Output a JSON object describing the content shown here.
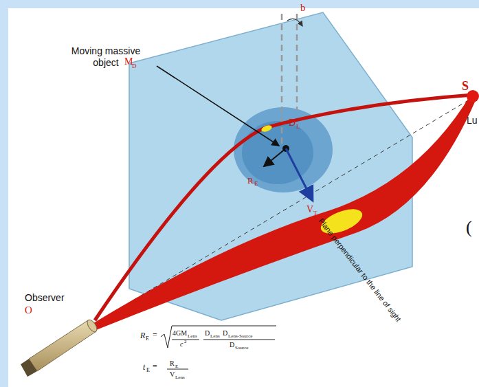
{
  "diagram": {
    "labels": [
      "b",
      "S",
      "Lu",
      "Moving massive object",
      "M",
      "D",
      "D",
      "L",
      "R",
      "E",
      "V",
      "T",
      "Plane perpendicular to the line of sight",
      "(",
      "Observer",
      "O",
      "R",
      "E",
      "=",
      "4GM",
      "Lens",
      "c",
      "2",
      "D",
      "Lens",
      "D",
      "Lens-Source",
      "D",
      "Source",
      "t",
      "E",
      "=",
      "R",
      "E",
      "V",
      "Lens"
    ]
  }
}
